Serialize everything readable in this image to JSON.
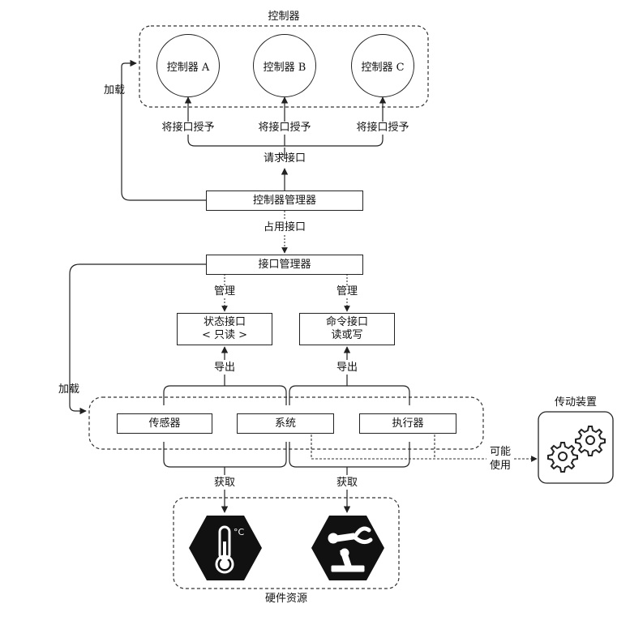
{
  "controllers_group": {
    "title": "控制器",
    "items": [
      "控制器 A",
      "控制器 B",
      "控制器 C"
    ],
    "grant_label": "将接口授予"
  },
  "flow": {
    "request_interface": "请求接口",
    "occupy_interface": "占用接口",
    "load_top": "加载",
    "load_left": "加载",
    "manage_left": "管理",
    "manage_right": "管理",
    "export_left": "导出",
    "export_right": "导出",
    "acquire_left": "获取",
    "acquire_right": "获取",
    "may_use_line1": "可能",
    "may_use_line2": "使用"
  },
  "controller_manager": "控制器管理器",
  "interface_manager": "接口管理器",
  "state_interface": {
    "line1": "状态接口",
    "line2": "< 只读 >"
  },
  "command_interface": {
    "line1": "命令接口",
    "line2": "读或写"
  },
  "components": [
    "传感器",
    "系统",
    "执行器"
  ],
  "actuator_device": {
    "title": "传动装置",
    "icon": "gears-icon"
  },
  "hardware": {
    "title": "硬件资源",
    "icons": [
      "thermometer-icon",
      "robot-arm-icon"
    ],
    "unit_glyph": "°C"
  }
}
